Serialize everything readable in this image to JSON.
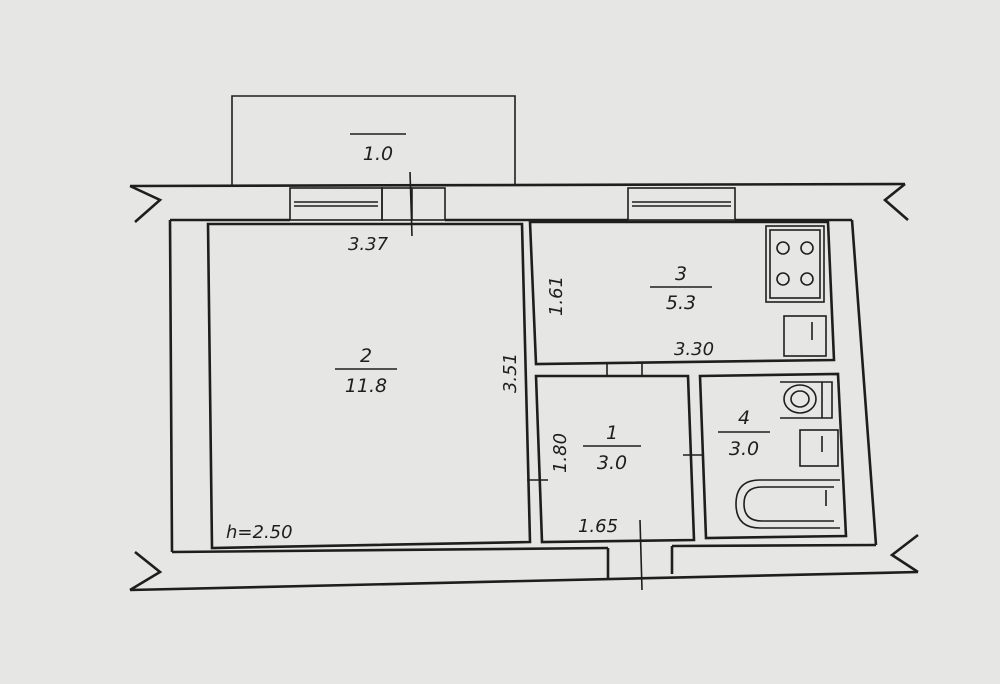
{
  "balcony": {
    "area": "1.0"
  },
  "rooms": [
    {
      "number": "1",
      "area": "3.0"
    },
    {
      "number": "2",
      "area": "11.8"
    },
    {
      "number": "3",
      "area": "5.3"
    },
    {
      "number": "4",
      "area": "3.0"
    }
  ],
  "dimensions": {
    "room2_width": "3.37",
    "room2_depth": "3.51",
    "room3_width": "3.30",
    "room3_depth": "1.61",
    "room1_width": "1.65",
    "room1_depth": "1.80"
  },
  "ceiling_height": "h=2.50",
  "icons": [
    "stove-icon",
    "kitchen-sink-icon",
    "toilet-icon",
    "washbasin-icon",
    "bathtub-icon"
  ]
}
